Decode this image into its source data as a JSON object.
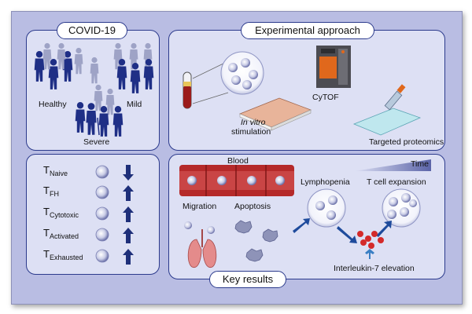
{
  "covid_panel": {
    "title": "COVID-19",
    "groups": [
      "Healthy",
      "Mild",
      "Severe"
    ]
  },
  "approach_panel": {
    "title": "Experimental approach",
    "cytof_label": "CyTOF",
    "in_vitro_label": "In vitro",
    "stimulation_label": "stimulation",
    "proteomics_label": "Targeted proteomics"
  },
  "tcell_panel": {
    "rows": [
      {
        "main": "T",
        "sub": "Naive",
        "direction": "down"
      },
      {
        "main": "T",
        "sub": "FH",
        "direction": "up"
      },
      {
        "main": "T",
        "sub": "Cytotoxic",
        "direction": "up"
      },
      {
        "main": "T",
        "sub": "Activated",
        "direction": "up"
      },
      {
        "main": "T",
        "sub": "Exhausted",
        "direction": "up"
      }
    ]
  },
  "results_panel": {
    "title": "Key results",
    "blood_label": "Blood",
    "time_label": "Time",
    "migration_label": "Migration",
    "apoptosis_label": "Apoptosis",
    "lymphopenia_label": "Lymphopenia",
    "expansion_label": "T cell expansion",
    "il7_label": "Interleukin-7 elevation"
  },
  "colors": {
    "frame": "#b9bde3",
    "panel": "#dde0f4",
    "border": "#2b3a8c",
    "figure_dark": "#1f2f86",
    "figure_light": "#9ea3c6",
    "vessel_red": "#b52a2a",
    "arrow_blue": "#1e4b9c"
  },
  "icons": [
    "person-silhouette-icon",
    "blood-tube-icon",
    "cell-cluster-icon",
    "cytof-machine-icon",
    "well-plate-icon",
    "pipette-icon",
    "blood-vessel-icon",
    "lung-icon",
    "apoptotic-cell-icon",
    "arrow-up-icon",
    "arrow-down-icon",
    "cytokine-receptor-icon"
  ]
}
